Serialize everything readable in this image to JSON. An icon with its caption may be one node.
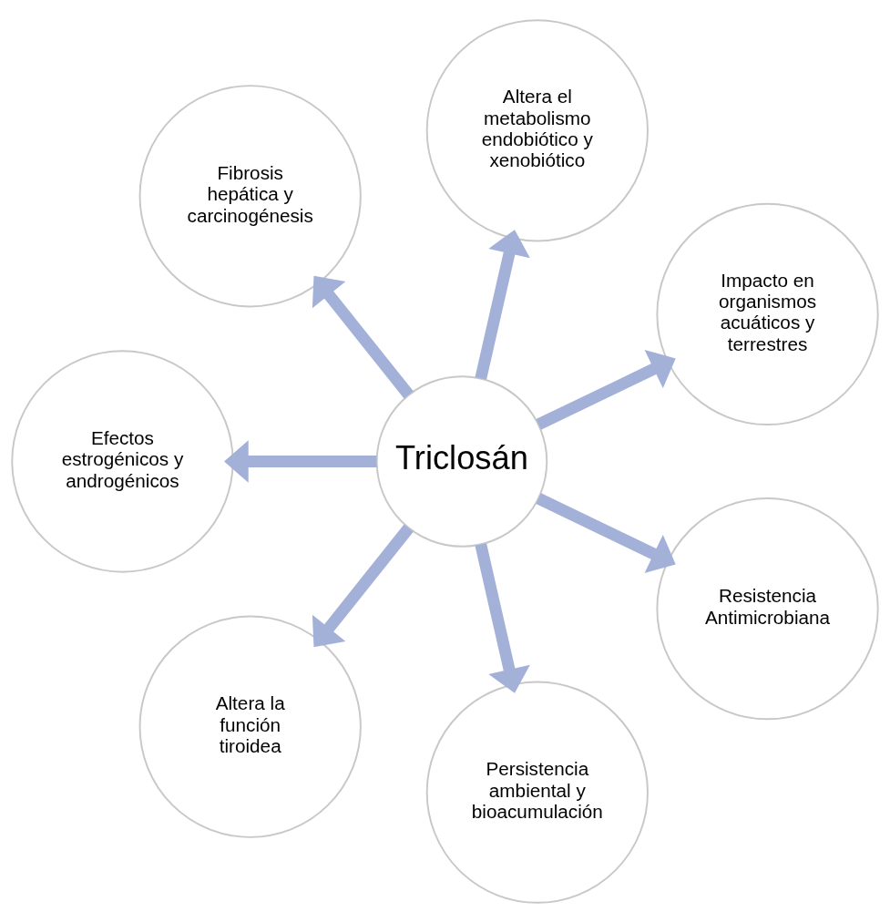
{
  "diagram": {
    "nodes": [
      {
        "text": [
          "Triclosán"
        ]
      },
      {
        "text": [
          "Impacto en organismos acuáticos y terrestres"
        ]
      },
      {
        "text": [
          "Altera el metabolismo endobiótico y xenobiótico"
        ]
      },
      {
        "text": [
          "Fibrosis hepática y carcinogénesis"
        ]
      },
      {
        "text": [
          "Efectos estrogénicos y androgénicos"
        ]
      },
      {
        "text": [
          "Altera la función tiroidea"
        ]
      },
      {
        "text": [
          "Persistencia ambiental y bioacumulación"
        ]
      },
      {
        "text": [
          "Resistencia Antimicrobiana"
        ]
      }
    ],
    "edges": [
      {
        "from": 0,
        "to": 1,
        "arrow": "to"
      },
      {
        "from": 0,
        "to": 2,
        "arrow": "to"
      },
      {
        "from": 0,
        "to": 3,
        "arrow": "to"
      },
      {
        "from": 0,
        "to": 4,
        "arrow": "to"
      },
      {
        "from": 0,
        "to": 5,
        "arrow": "to"
      },
      {
        "from": 0,
        "to": 6,
        "arrow": "to"
      },
      {
        "from": 0,
        "to": 7,
        "arrow": "to"
      }
    ]
  }
}
